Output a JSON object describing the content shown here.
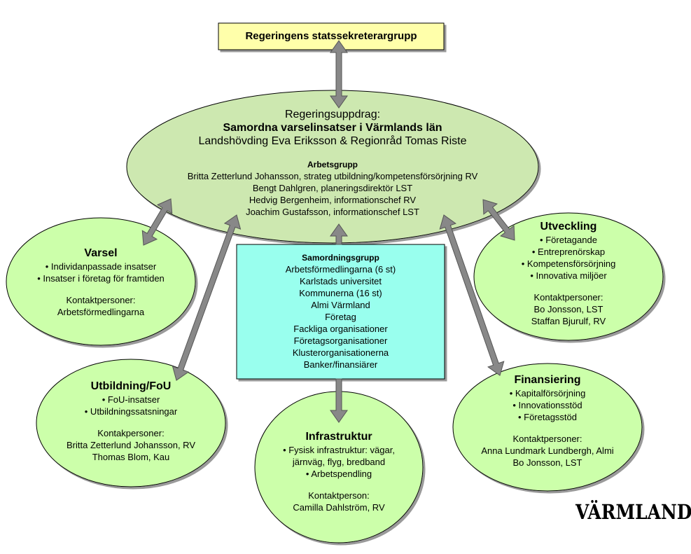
{
  "top_box": {
    "label": "Regeringens statssekreterargrupp"
  },
  "main_ellipse": {
    "line1": "Regeringsuppdrag:",
    "line2": "Samordna varselinsatser i Värmlands län",
    "line3": "Landshövding Eva Eriksson & Regionråd Tomas Riste",
    "group_title": "Arbetsgrupp",
    "members": [
      "Britta Zetterlund Johansson, strateg utbildning/kompetensförsörjning RV",
      "Bengt Dahlgren, planeringsdirektör LST",
      "Hedvig Bergenheim, informationschef RV",
      "Joachim Gustafsson, informationschef LST"
    ]
  },
  "center_box": {
    "title": "Samordningsgrupp",
    "items": [
      "Arbetsförmedlingarna (6 st)",
      "Karlstads universitet",
      "Kommunerna (16 st)",
      "Almi Värmland",
      "Företag",
      "Fackliga organisationer",
      "Företagsorganisationer",
      "Klusterorganisationerna",
      "Banker/finansiärer"
    ]
  },
  "varsel": {
    "title": "Varsel",
    "items": [
      "• Individanpassade insatser",
      "• Insatser i företag för framtiden"
    ],
    "contact_label": "Kontaktpersoner:",
    "contacts": [
      "Arbetsförmedlingarna"
    ]
  },
  "utveckling": {
    "title": "Utveckling",
    "items": [
      "• Företagande",
      "• Entreprenörskap",
      "• Kompetensförsörjning",
      "• Innovativa miljöer"
    ],
    "contact_label": "Kontaktpersoner:",
    "contacts": [
      "Bo Jonsson, LST",
      "Staffan Bjurulf, RV"
    ]
  },
  "utbildning": {
    "title": "Utbildning/FoU",
    "items": [
      "• FoU-insatser",
      "• Utbildningssatsningar"
    ],
    "contact_label": "Kontakpersoner:",
    "contacts": [
      "Britta Zetterlund Johansson, RV",
      "Thomas Blom, Kau"
    ]
  },
  "infrastruktur": {
    "title": "Infrastruktur",
    "items": [
      "• Fysisk infrastruktur: vägar,",
      "järnväg, flyg, bredband",
      "• Arbetspendling"
    ],
    "contact_label": "Kontaktperson:",
    "contacts": [
      "Camilla Dahlström, RV"
    ]
  },
  "finansiering": {
    "title": "Finansiering",
    "items": [
      "• Kapitalförsörjning",
      "• Innovationsstöd",
      "• Företagsstöd"
    ],
    "contact_label": "Kontaktpersoner:",
    "contacts": [
      "Anna Lundmark Lundbergh, Almi",
      "Bo Jonsson, LST"
    ]
  },
  "logo": {
    "text": "VÄRMLAND"
  },
  "colors": {
    "ellipse_fill": "#ccffaa",
    "main_ellipse_fill": "#cde8b0",
    "top_box_fill": "#ffffaa",
    "center_box_fill": "#99ffee",
    "arrow_fill": "#888888"
  }
}
